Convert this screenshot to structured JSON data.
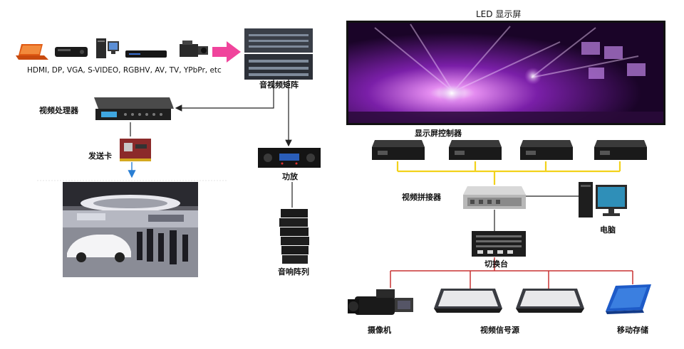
{
  "labels": {
    "sources": "HDMI, DP, VGA, S-VIDEO, RGBHV, AV, TV, YPbPr, etc",
    "matrix": "音视频矩阵",
    "video_processor": "视频处理器",
    "sending_card": "发送卡",
    "amplifier": "功放",
    "speaker_array": "音响阵列",
    "led_screen": "LED 显示屏",
    "screen_controller": "显示屏控制器",
    "video_splicer": "视频拼接器",
    "computer": "电脑",
    "switcher": "切换台",
    "camera": "摄像机",
    "video_source": "视频信号源",
    "mobile_storage": "移动存储"
  },
  "colors": {
    "link_line": "#222222",
    "yellow_cable": "#f2d21b",
    "red_line": "#c83232",
    "pink_arrow": "#f0449c",
    "blue_arrow": "#2a7fd4"
  }
}
